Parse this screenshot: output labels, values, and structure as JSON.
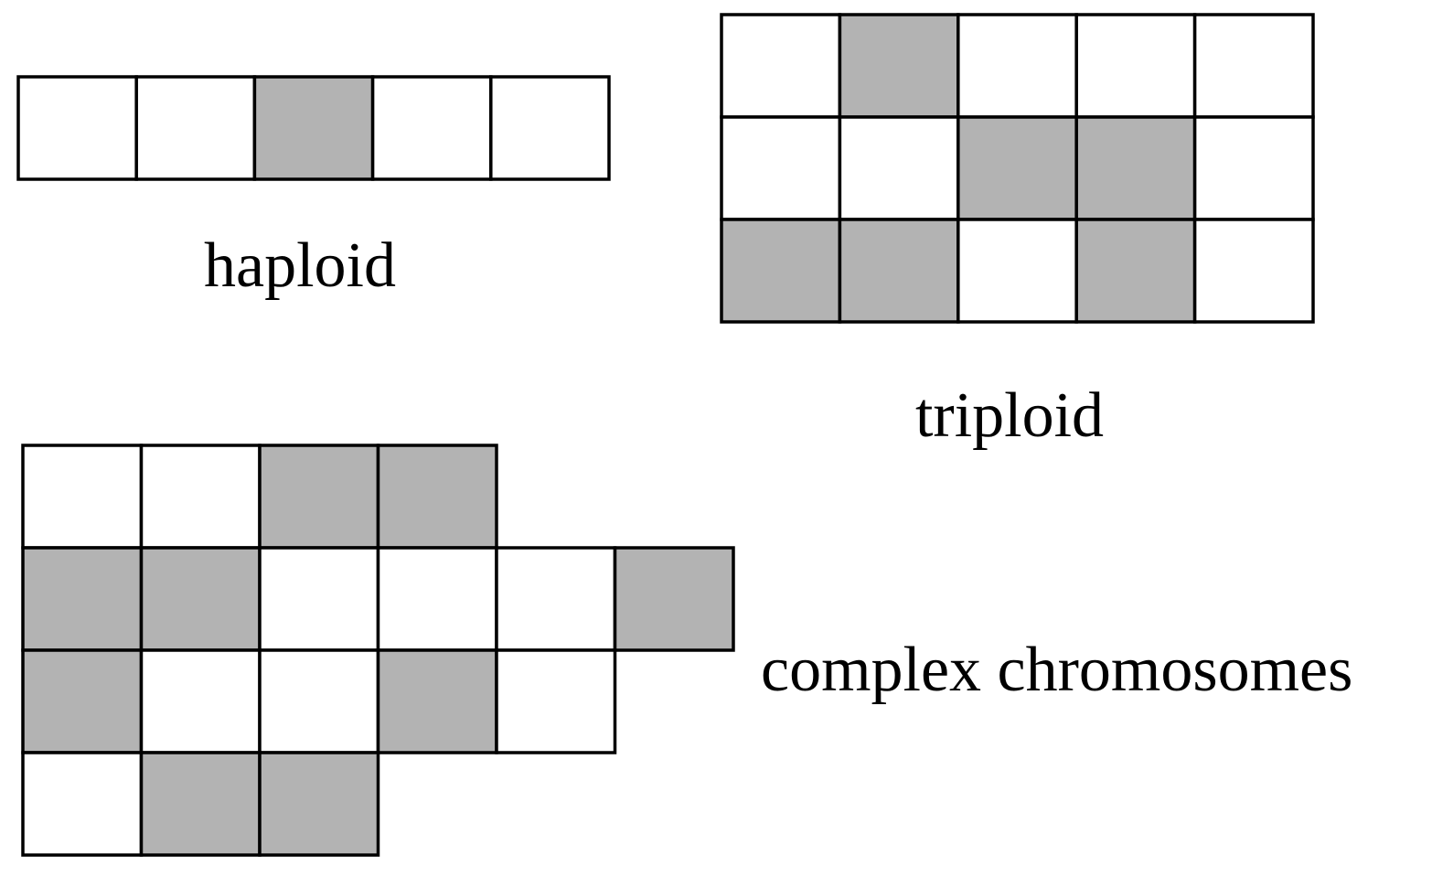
{
  "colors": {
    "filled": "#b3b3b3",
    "empty": "#ffffff",
    "stroke": "#000000"
  },
  "grids": {
    "haploid": {
      "label": "haploid",
      "rows": [
        [
          0,
          0,
          1,
          0,
          0
        ]
      ]
    },
    "triploid": {
      "label": "triploid",
      "rows": [
        [
          0,
          1,
          0,
          0,
          0
        ],
        [
          0,
          0,
          1,
          1,
          0
        ],
        [
          1,
          1,
          0,
          1,
          0
        ]
      ]
    },
    "complex": {
      "label": "complex chromosomes",
      "rows": [
        [
          0,
          0,
          1,
          1
        ],
        [
          1,
          1,
          0,
          0,
          0,
          1
        ],
        [
          1,
          0,
          0,
          1,
          0
        ],
        [
          0,
          1,
          1
        ]
      ]
    }
  }
}
